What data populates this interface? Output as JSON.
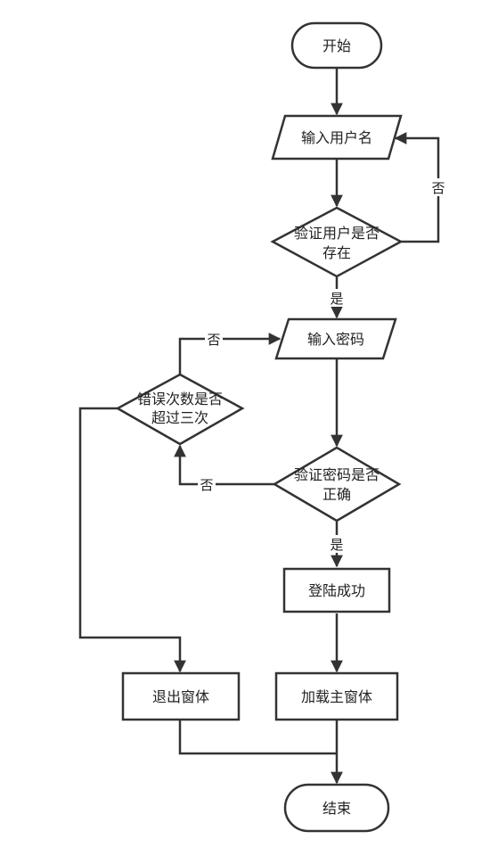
{
  "nodes": {
    "start": "开始",
    "input_username": "输入用户名",
    "verify_user_line1": "验证用户是否",
    "verify_user_line2": "存在",
    "input_password": "输入密码",
    "error_count_line1": "错误次数是否",
    "error_count_line2": "超过三次",
    "verify_password_line1": "验证密码是否",
    "verify_password_line2": "正确",
    "login_success": "登陆成功",
    "exit_window": "退出窗体",
    "load_main_window": "加载主窗体",
    "end": "结束"
  },
  "edge_labels": {
    "user_not_exist": "否",
    "user_exists": "是",
    "count_not_exceeded": "否",
    "password_wrong": "否",
    "password_correct": "是"
  },
  "colors": {
    "stroke": "#333333",
    "text": "#222222",
    "background": "#ffffff"
  }
}
